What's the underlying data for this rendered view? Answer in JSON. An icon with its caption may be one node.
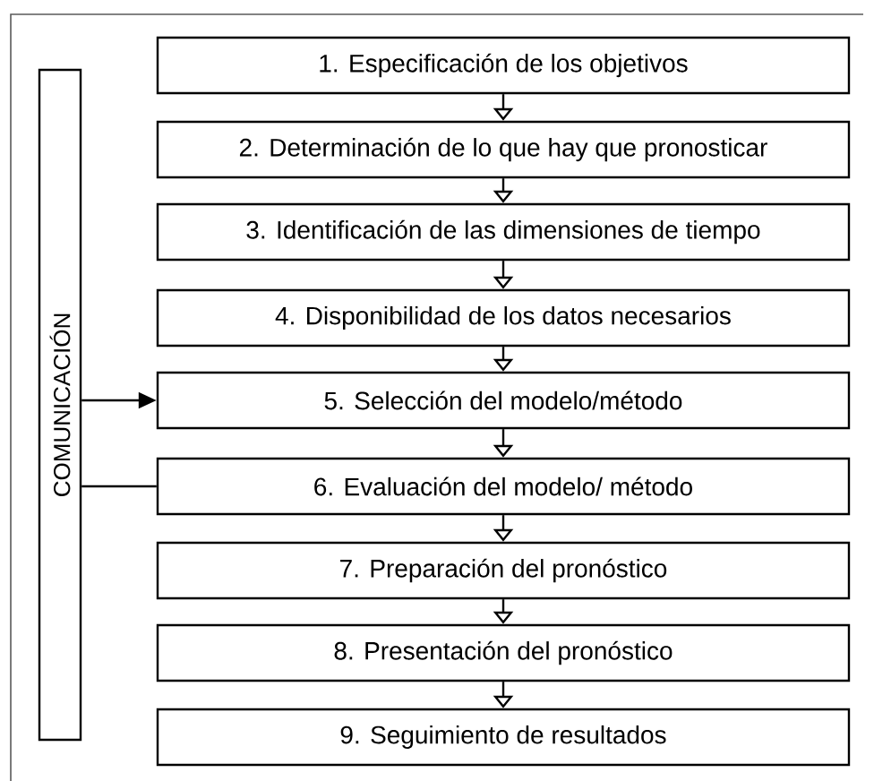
{
  "diagram": {
    "nodes": [
      {
        "text": [
          "1. Especificación de los objetivos"
        ]
      },
      {
        "text": [
          "2. Determinación de lo que hay que pronosticar"
        ]
      },
      {
        "text": [
          "3. Identificación de las dimensiones de tiempo"
        ]
      },
      {
        "text": [
          "4. Disponibilidad de los datos necesarios"
        ]
      },
      {
        "text": [
          "5. Selección del modelo/método"
        ]
      },
      {
        "text": [
          "6. Evaluación del modelo/ método"
        ]
      },
      {
        "text": [
          "7. Preparación del pronóstico"
        ]
      },
      {
        "text": [
          "8. Presentación del pronóstico"
        ]
      },
      {
        "text": [
          "9. Seguimiento de resultados"
        ]
      },
      {
        "text": [
          "COMUNICACIÓN"
        ]
      }
    ],
    "edges": [
      {
        "from": 0,
        "to": 1,
        "arrow": "to"
      },
      {
        "from": 1,
        "to": 2,
        "arrow": "to"
      },
      {
        "from": 2,
        "to": 3,
        "arrow": "to"
      },
      {
        "from": 3,
        "to": 4,
        "arrow": "to"
      },
      {
        "from": 4,
        "to": 5,
        "arrow": "to"
      },
      {
        "from": 5,
        "to": 6,
        "arrow": "to"
      },
      {
        "from": 6,
        "to": 7,
        "arrow": "to"
      },
      {
        "from": 7,
        "to": 8,
        "arrow": "to"
      },
      {
        "from": 9,
        "to": 4,
        "arrow": "to"
      },
      {
        "from": 5,
        "to": 9,
        "arrow": "none"
      }
    ]
  }
}
